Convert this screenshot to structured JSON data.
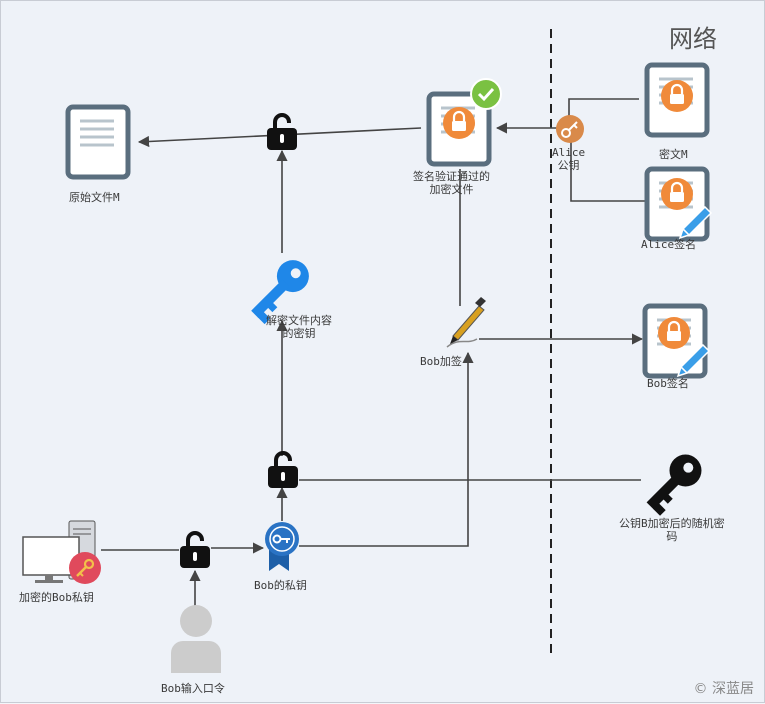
{
  "network_label": "网络",
  "nodes": {
    "original_file": "原始文件M",
    "verified_file": [
      "签名验证通过的",
      "加密文件"
    ],
    "alice_pubkey": [
      "Alice",
      "公钥"
    ],
    "ciphertext": "密文M",
    "alice_signature": "Alice签名",
    "decrypt_key": [
      "解密文件内容",
      "的密钥"
    ],
    "bob_sign": "Bob加签",
    "bob_signature": "Bob签名",
    "encrypted_random_key": [
      "公钥B加密后的随机密",
      "码"
    ],
    "encrypted_private_key": "加密的Bob私钥",
    "bob_private_key": "Bob的私钥",
    "bob_password": "Bob输入口令"
  },
  "watermark": "© 深蓝居",
  "colors": {
    "line": "#444444",
    "doc_border": "#5a6e7e",
    "lock_badge": "#f08a3a",
    "key_blue": "#1f87e8",
    "check_green": "#7ac142"
  }
}
